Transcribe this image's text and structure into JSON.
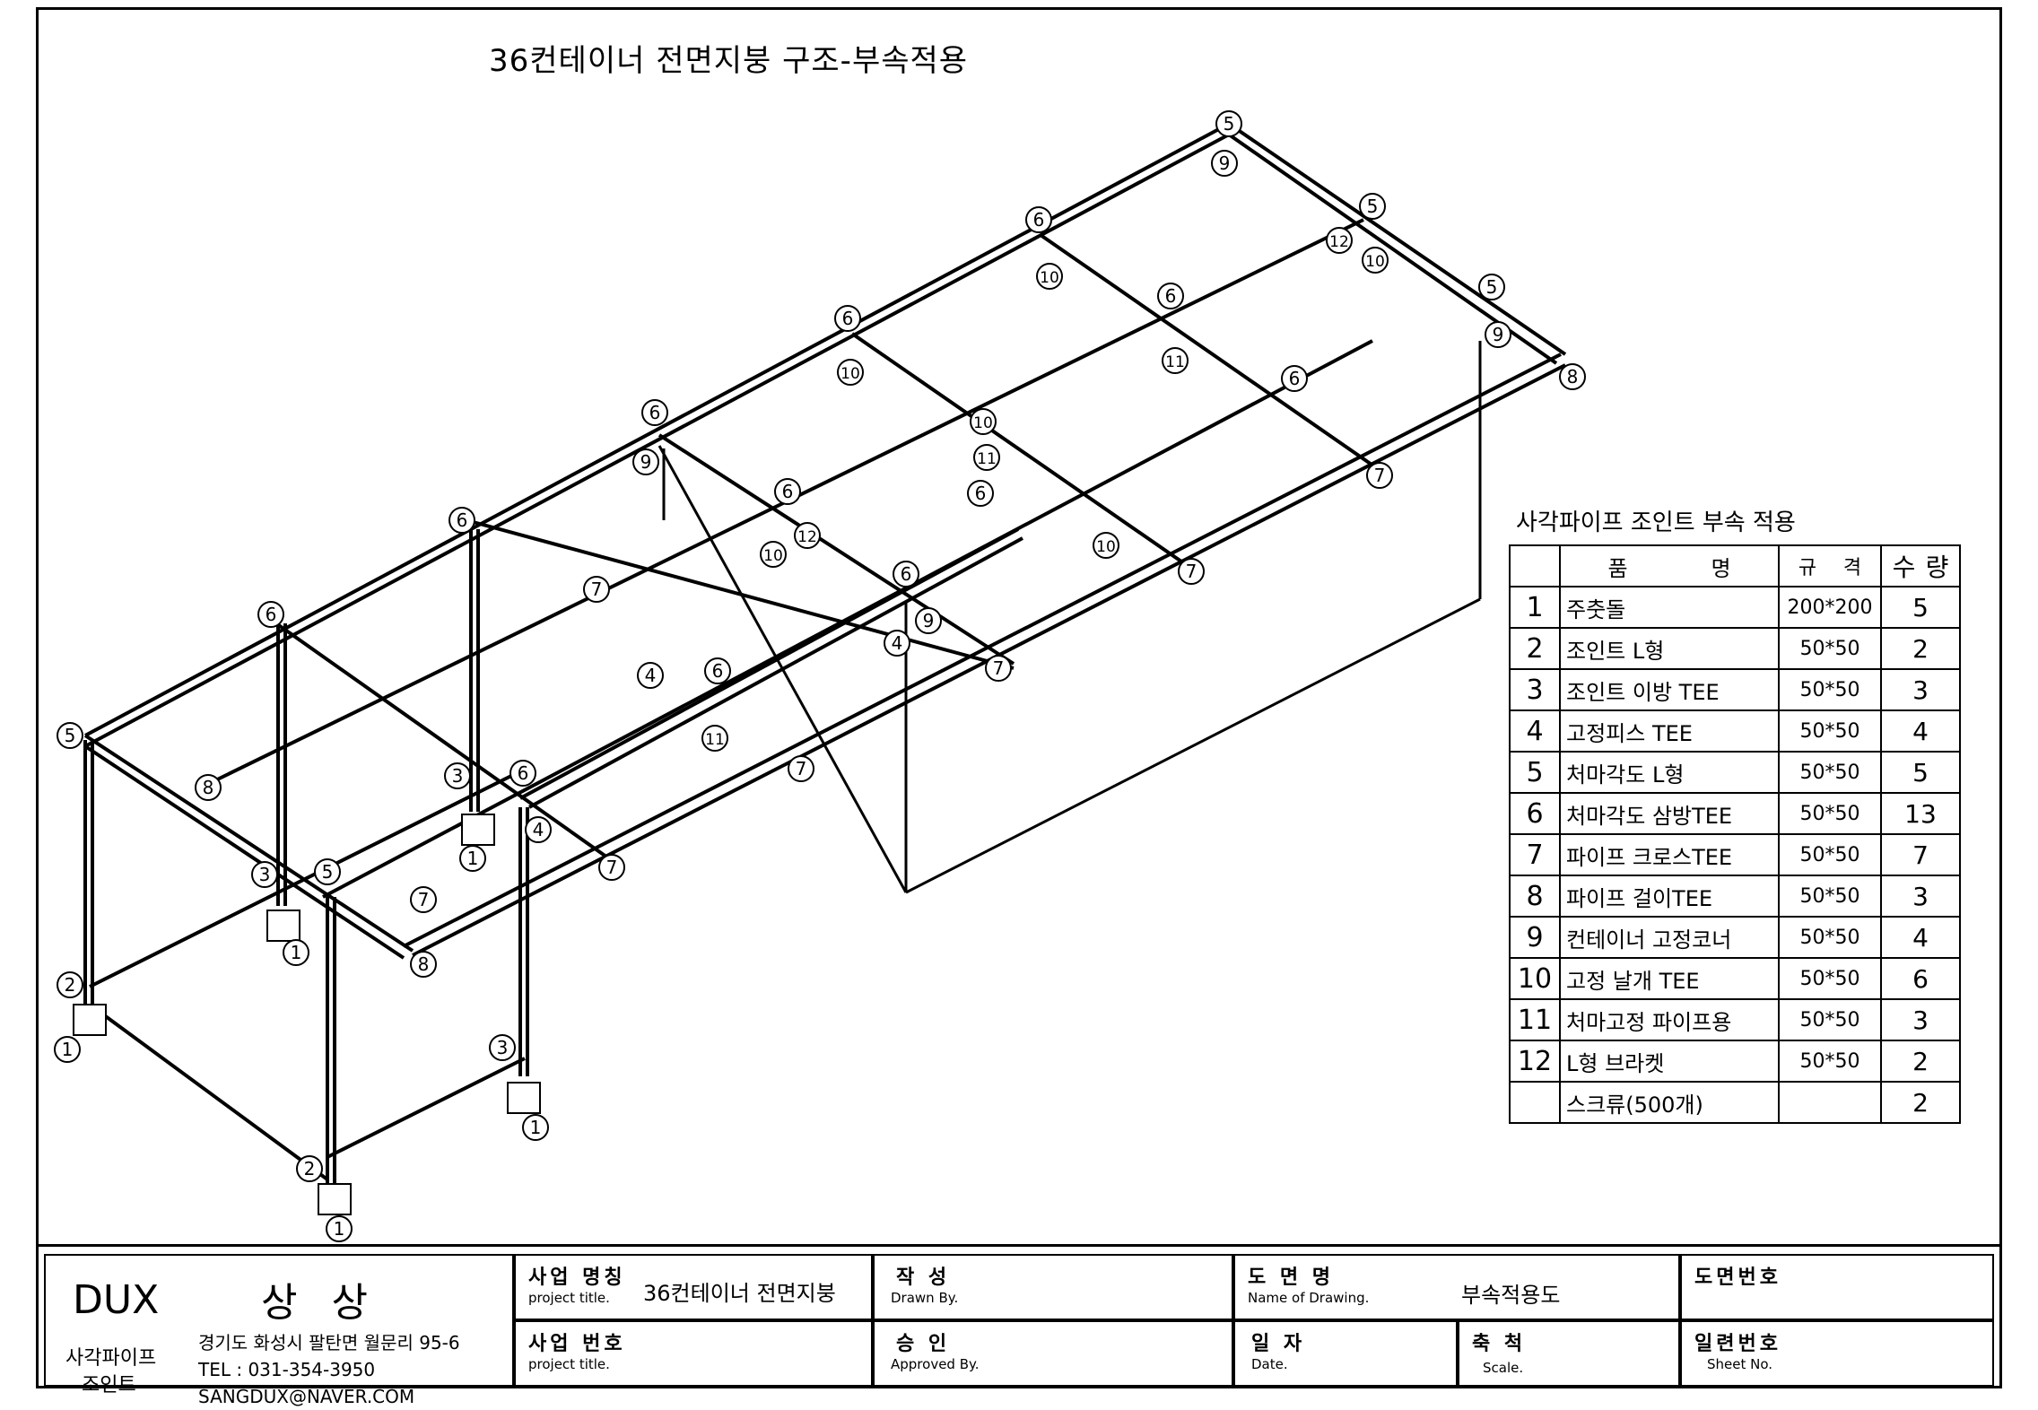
{
  "title": "36컨테이너  전면지붕 구조-부속적용",
  "labels": {
    "callouts": [
      {
        "n": "5"
      },
      {
        "n": "9"
      },
      {
        "n": "6"
      },
      {
        "n": "5"
      },
      {
        "n": "12"
      },
      {
        "n": "10"
      },
      {
        "n": "10"
      },
      {
        "n": "6"
      },
      {
        "n": "5"
      },
      {
        "n": "9"
      },
      {
        "n": "6"
      },
      {
        "n": "11"
      },
      {
        "n": "8"
      },
      {
        "n": "10"
      },
      {
        "n": "6"
      },
      {
        "n": "6"
      },
      {
        "n": "9"
      },
      {
        "n": "11"
      },
      {
        "n": "10"
      },
      {
        "n": "7"
      },
      {
        "n": "6"
      },
      {
        "n": "6"
      },
      {
        "n": "12"
      },
      {
        "n": "10"
      },
      {
        "n": "10"
      },
      {
        "n": "7"
      },
      {
        "n": "6"
      },
      {
        "n": "6"
      },
      {
        "n": "7"
      },
      {
        "n": "4"
      },
      {
        "n": "9"
      },
      {
        "n": "7"
      },
      {
        "n": "6"
      },
      {
        "n": "4"
      },
      {
        "n": "6"
      },
      {
        "n": "11"
      },
      {
        "n": "7"
      },
      {
        "n": "7"
      },
      {
        "n": "5"
      },
      {
        "n": "8"
      },
      {
        "n": "3"
      },
      {
        "n": "6"
      },
      {
        "n": "4"
      },
      {
        "n": "1"
      },
      {
        "n": "3"
      },
      {
        "n": "5"
      },
      {
        "n": "7"
      },
      {
        "n": "1"
      },
      {
        "n": "8"
      },
      {
        "n": "2"
      },
      {
        "n": "1"
      },
      {
        "n": "3"
      },
      {
        "n": "1"
      },
      {
        "n": "2"
      },
      {
        "n": "1"
      }
    ]
  },
  "parts_table": {
    "caption": "사각파이프 조인트 부속 적용",
    "headers": {
      "name": [
        "품",
        "명"
      ],
      "spec": [
        "규",
        "격"
      ],
      "qty": [
        "수",
        "량"
      ]
    },
    "rows": [
      {
        "no": "1",
        "name": "주춧돌",
        "spec": "200*200",
        "qty": "5"
      },
      {
        "no": "2",
        "name": "조인트 L형",
        "spec": "50*50",
        "qty": "2"
      },
      {
        "no": "3",
        "name": "조인트 이방 TEE",
        "spec": "50*50",
        "qty": "3"
      },
      {
        "no": "4",
        "name": "고정피스 TEE",
        "spec": "50*50",
        "qty": "4"
      },
      {
        "no": "5",
        "name": "처마각도 L형",
        "spec": "50*50",
        "qty": "5"
      },
      {
        "no": "6",
        "name": "처마각도 삼방TEE",
        "spec": "50*50",
        "qty": "13"
      },
      {
        "no": "7",
        "name": "파이프 크로스TEE",
        "spec": "50*50",
        "qty": "7"
      },
      {
        "no": "8",
        "name": "파이프 걸이TEE",
        "spec": "50*50",
        "qty": "3"
      },
      {
        "no": "9",
        "name": "컨테이너 고정코너",
        "spec": "50*50",
        "qty": "4"
      },
      {
        "no": "10",
        "name": "고정 날개 TEE",
        "spec": "50*50",
        "qty": "6"
      },
      {
        "no": "11",
        "name": "처마고정 파이프용",
        "spec": "50*50",
        "qty": "3"
      },
      {
        "no": "12",
        "name": "L형 브라켓",
        "spec": "50*50",
        "qty": "2"
      },
      {
        "no": "",
        "name": "스크류(500개)",
        "spec": "",
        "qty": "2"
      }
    ]
  },
  "title_block": {
    "company": {
      "brand_en": "DUX",
      "brand_kr": "상 상",
      "line1": "사각파이프",
      "line2": "조인트",
      "address": "경기도 화성시 팔탄면 월문리 95-6",
      "tel": "TEL : 031-354-3950",
      "email": "SANGDUX@NAVER.COM"
    },
    "project_name": {
      "label_kr": "사업 명칭",
      "label_en": "project title.",
      "value": "36컨테이너 전면지붕"
    },
    "project_no": {
      "label_kr": "사업 번호",
      "label_en": "project title."
    },
    "drawn": {
      "label_kr": "작  성",
      "label_en": "Drawn By."
    },
    "approved": {
      "label_kr": "승  인",
      "label_en": "Approved By."
    },
    "drawing_name": {
      "label_kr": "도 면 명",
      "label_en": "Name of Drawing.",
      "value": "부속적용도"
    },
    "date": {
      "label_kr": "일 자",
      "label_en": "Date."
    },
    "scale": {
      "label_kr": "축 척",
      "label_en": "Scale."
    },
    "drawing_no": {
      "label_kr": "도면번호"
    },
    "sheet_no": {
      "label_kr": "일련번호",
      "label_en": "Sheet No."
    }
  }
}
